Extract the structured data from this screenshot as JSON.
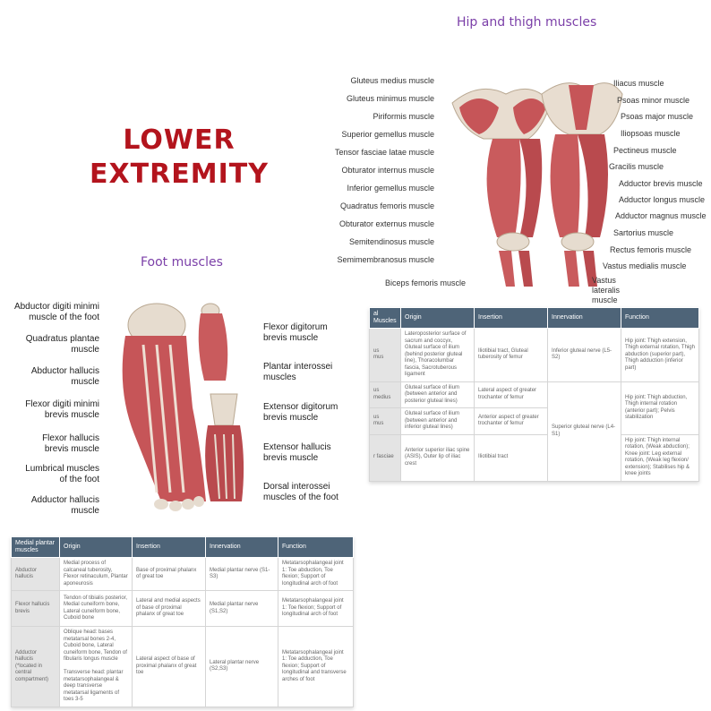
{
  "main_title": {
    "line1": "LOWER",
    "line2": "EXTREMITY"
  },
  "hip_section": {
    "title": "Hip and thigh muscles",
    "left_labels": [
      "Gluteus medius muscle",
      "Gluteus minimus muscle",
      "Piriformis muscle",
      "Superior gemellus muscle",
      "Tensor fasciae latae muscle",
      "Obturator internus muscle",
      "Inferior gemellus muscle",
      "Quadratus femoris muscle",
      "Obturator externus muscle",
      "Semitendinosus muscle",
      "Semimembranosus muscle",
      "Biceps femoris muscle"
    ],
    "right_labels": [
      "Iliacus muscle",
      "Psoas minor muscle",
      "Psoas major muscle",
      "Iliopsoas muscle",
      "Pectineus muscle",
      "Gracilis muscle",
      "Adductor brevis muscle",
      "Adductor longus muscle",
      "Adductor magnus muscle",
      "Sartorius muscle",
      "Rectus femoris muscle",
      "Vastus medialis muscle",
      "Vastus lateralis muscle"
    ]
  },
  "foot_section": {
    "title": "Foot muscles",
    "left_labels": [
      "Abductor digiti minimi\nmuscle of the foot",
      "Quadratus plantae\nmuscle",
      "Abductor hallucis\nmuscle",
      "Flexor digiti minimi\nbrevis muscle",
      "Flexor hallucis\nbrevis muscle",
      "Lumbrical muscles\nof the foot",
      "Adductor hallucis\nmuscle"
    ],
    "right_labels": [
      "Flexor digitorum\nbrevis muscle",
      "Plantar interossei\nmuscles",
      "Extensor digitorum\nbrevis muscle",
      "Extensor hallucis\nbrevis muscle",
      "Dorsal interossei\nmuscles of the foot"
    ]
  },
  "hip_table": {
    "headers": [
      "al Muscles",
      "Origin",
      "Insertion",
      "Innervation",
      "Function"
    ],
    "rows": [
      {
        "muscle": "us\nmus",
        "origin": "Lateroposterior surface of sacrum and coccyx, Gluteal surface of ilium (behind posterior gluteal line), Thoracolumbar fascia, Sacrotuberous ligament",
        "insertion": "Iliotibial tract, Gluteal tuberosity of femur",
        "innervation": "Inferior gluteal nerve (L5-S2)",
        "function": "Hip joint: Thigh extension, Thigh external rotation, Thigh abduction (superior part), Thigh adduction (inferior part)"
      },
      {
        "muscle": "us medius",
        "origin": "Gluteal surface of ilium (between anterior and posterior gluteal lines)",
        "insertion": "Lateral aspect of greater trochanter of femur",
        "innervation": "Superior gluteal nerve (L4-S1)",
        "function": "Hip joint: Thigh abduction, Thigh internal rotation (anterior part); Pelvis stabilization"
      },
      {
        "muscle": "us\nmus",
        "origin": "Gluteal surface of ilium (between anterior and inferior gluteal lines)",
        "insertion": "Anterior aspect of greater trochanter of femur",
        "innervation": "",
        "function": ""
      },
      {
        "muscle": "r fasciae",
        "origin": "Anterior superior iliac spine (ASIS), Outer lip of iliac crest",
        "insertion": "Iliotibial tract",
        "innervation": "",
        "function": "Hip joint: Thigh internal rotation, (Weak abduction); Knee joint: Leg external rotation, (Weak leg flexion/ extension); Stabilises hip & knee joints"
      }
    ]
  },
  "foot_table": {
    "headers": [
      "Medial plantar muscles",
      "Origin",
      "Insertion",
      "Innervation",
      "Function"
    ],
    "rows": [
      {
        "muscle": "Abductor hallucis",
        "origin": "Medial process of calcaneal tuberosity, Flexor retinaculum, Plantar aponeurosis",
        "insertion": "Base of proximal phalanx of great toe",
        "innervation": "Medial plantar nerve (S1-S3)",
        "function": "Metatarsophalangeal joint 1: Toe abduction, Toe flexion; Support of longitudinal arch of foot"
      },
      {
        "muscle": "Flexor hallucis brevis",
        "origin": "Tendon of tibialis posterior, Medial cuneiform bone, Lateral cuneiform bone, Cuboid bone",
        "insertion": "Lateral and medial aspects of base of proximal phalanx of great toe",
        "innervation": "Medial plantar nerve (S1,S2)",
        "function": "Metatarsophalangeal joint 1: Toe flexion; Support of longitudinal arch of foot"
      },
      {
        "muscle": "Adductor hallucis\n(*located in central compartment)",
        "origin": "Oblique head: bases metatarsal bones 2-4, Cuboid bone, Lateral cuneiform bone, Tendon of fibularis longus muscle\n\nTransverse head: plantar metatarsophalangeal & deep transverse metatarsal ligaments of toes 3-5",
        "insertion": "Lateral aspect of base of proximal phalanx of great toe",
        "innervation": "Lateral plantar nerve (S2,S3)",
        "function": "Metatarsophalangeal joint 1: Toe adduction, Toe flexion; Support of longitudinal and transverse arches of foot"
      }
    ]
  },
  "colors": {
    "title_red": "#b3141d",
    "section_purple": "#7b3fa8",
    "table_header": "#4e6478",
    "muscle_red": "#c9575a"
  }
}
